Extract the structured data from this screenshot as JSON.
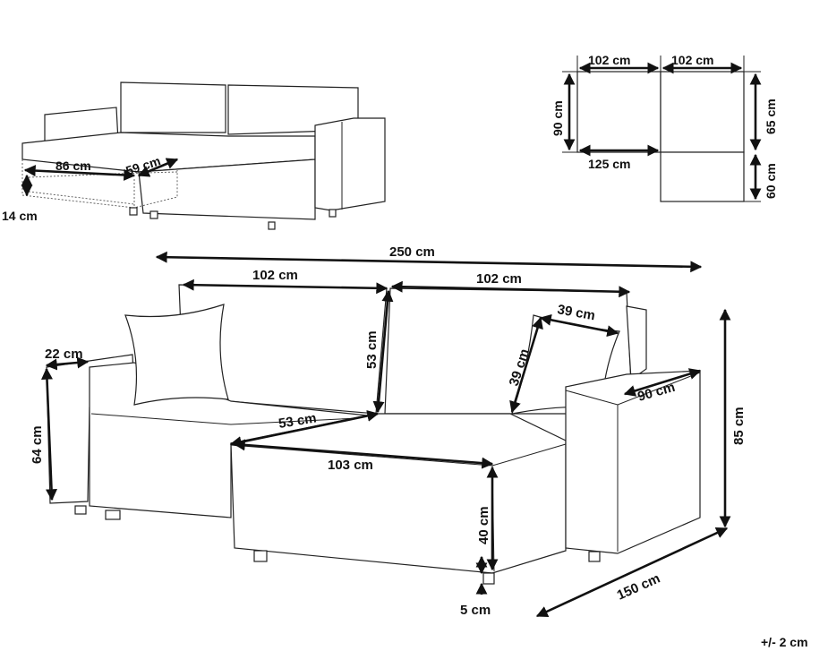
{
  "small_view": {
    "width_label": "86 cm",
    "depth_label": "59 cm",
    "height_label": "14 cm"
  },
  "floor_plan": {
    "top_left_label": "102 cm",
    "top_right_label": "102 cm",
    "left_depth_label": "90 cm",
    "right_upper_label": "65 cm",
    "right_lower_label": "60 cm",
    "bottom_label": "125 cm"
  },
  "main_view": {
    "total_width_label": "250 cm",
    "back_left_label": "102 cm",
    "back_right_label": "102 cm",
    "back_height_label": "53 cm",
    "pillow_width_label": "39 cm",
    "pillow_height_label": "39 cm",
    "armrest_width_label": "22 cm",
    "armrest_height_label": "64 cm",
    "right_arm_depth_label": "90 cm",
    "total_height_label": "85 cm",
    "seat_depth_label": "53 cm",
    "chaise_width_label": "103 cm",
    "seat_height_label": "40 cm",
    "leg_height_label": "5 cm",
    "chaise_length_label": "150 cm"
  },
  "tolerance_label": "+/- 2 cm"
}
